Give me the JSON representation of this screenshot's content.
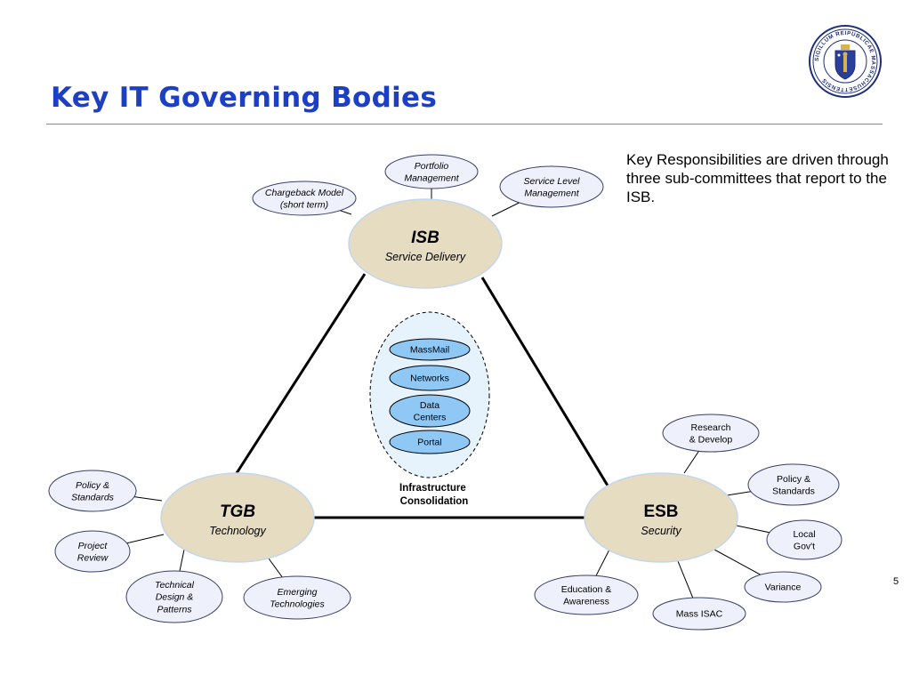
{
  "title": "Key IT Governing Bodies",
  "intro_text": "Key Responsibilities are driven through three sub-committees that report to the ISB.",
  "page_number": "5",
  "seal_text": "SIGILLUM REIPUBLICAE MASSACHUSETTENSIS",
  "colors": {
    "title": "#1c3fc6",
    "main_node_fill": "#e6dcc2",
    "sub_node_fill": "#eef0fb",
    "infra_item_fill": "#8fc7f5",
    "infra_cluster_fill": "#e6f3fc"
  },
  "isb": {
    "name": "ISB",
    "subtitle": "Service Delivery",
    "satellites": [
      [
        "Chargeback Model",
        "(short term)"
      ],
      [
        "Portfolio",
        "Management"
      ],
      [
        "Service Level",
        "Management"
      ]
    ]
  },
  "tgb": {
    "name": "TGB",
    "subtitle": "Technology",
    "satellites": [
      [
        "Policy &",
        "Standards"
      ],
      [
        "Project",
        "Review"
      ],
      [
        "Technical",
        "Design &",
        "Patterns"
      ],
      [
        "Emerging",
        "Technologies"
      ]
    ]
  },
  "esb": {
    "name": "ESB",
    "subtitle": "Security",
    "satellites": [
      [
        "Research",
        "& Develop"
      ],
      [
        "Policy &",
        "Standards"
      ],
      [
        "Local",
        "Gov't"
      ],
      [
        "Variance"
      ],
      [
        "Mass ISAC"
      ],
      [
        "Education &",
        "Awareness"
      ]
    ]
  },
  "infrastructure": {
    "items": [
      [
        "MassMail"
      ],
      [
        "Networks"
      ],
      [
        "Data",
        "Centers"
      ],
      [
        "Portal"
      ]
    ],
    "label": [
      "Infrastructure",
      "Consolidation"
    ]
  }
}
